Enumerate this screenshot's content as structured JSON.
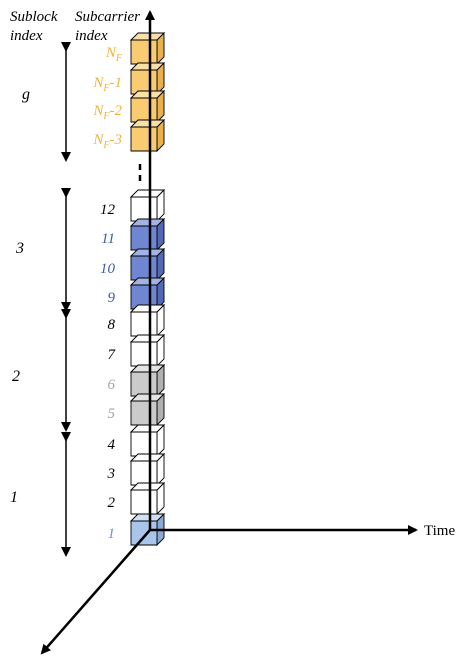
{
  "header": {
    "sublock_line1": "Sublock",
    "sublock_line2": "index",
    "subcarrier_line1": "Subcarrier",
    "subcarrier_line2": "index"
  },
  "axis": {
    "time_label": "Time"
  },
  "sublocks": [
    {
      "label": "g"
    },
    {
      "label": "3"
    },
    {
      "label": "2"
    },
    {
      "label": "1"
    }
  ],
  "subcarriers": [
    {
      "id": "nf",
      "label": "N",
      "sub": "F",
      "suffix": "",
      "fill": "yellow"
    },
    {
      "id": "nf-1",
      "label": "N",
      "sub": "F",
      "suffix": "-1",
      "fill": "yellow"
    },
    {
      "id": "nf-2",
      "label": "N",
      "sub": "F",
      "suffix": "-2",
      "fill": "yellow"
    },
    {
      "id": "nf-3",
      "label": "N",
      "sub": "F",
      "suffix": "-3",
      "fill": "yellow"
    },
    {
      "id": "12",
      "label": "12",
      "fill": "white"
    },
    {
      "id": "11",
      "label": "11",
      "fill": "blue"
    },
    {
      "id": "10",
      "label": "10",
      "fill": "blue"
    },
    {
      "id": "9",
      "label": "9",
      "fill": "blue"
    },
    {
      "id": "8",
      "label": "8",
      "fill": "white"
    },
    {
      "id": "7",
      "label": "7",
      "fill": "white"
    },
    {
      "id": "6",
      "label": "6",
      "fill": "gray"
    },
    {
      "id": "5",
      "label": "5",
      "fill": "gray"
    },
    {
      "id": "4",
      "label": "4",
      "fill": "white"
    },
    {
      "id": "3",
      "label": "3",
      "fill": "white"
    },
    {
      "id": "2",
      "label": "2",
      "fill": "white"
    },
    {
      "id": "1",
      "label": "1",
      "fill": "lightblue"
    }
  ],
  "colors": {
    "yellow_face": "#f9cc72",
    "yellow_top": "#fbe0a6",
    "yellow_side": "#e8b04e",
    "yellow_text": "#f0b43c",
    "blue_face": "#6f86d2",
    "blue_top": "#a3b3e6",
    "blue_side": "#5469b3",
    "blue_text": "#3d5fa8",
    "gray_face": "#cbcbcb",
    "gray_top": "#e3e3e3",
    "gray_side": "#b0b0b0",
    "gray_text": "#a6a6a6",
    "lightblue_face": "#a9c6ea",
    "lightblue_top": "#cfe0f4",
    "lightblue_side": "#8aa9d4",
    "lightblue_text": "#6f93c9",
    "white_text": "#000000",
    "line": "#000000"
  }
}
